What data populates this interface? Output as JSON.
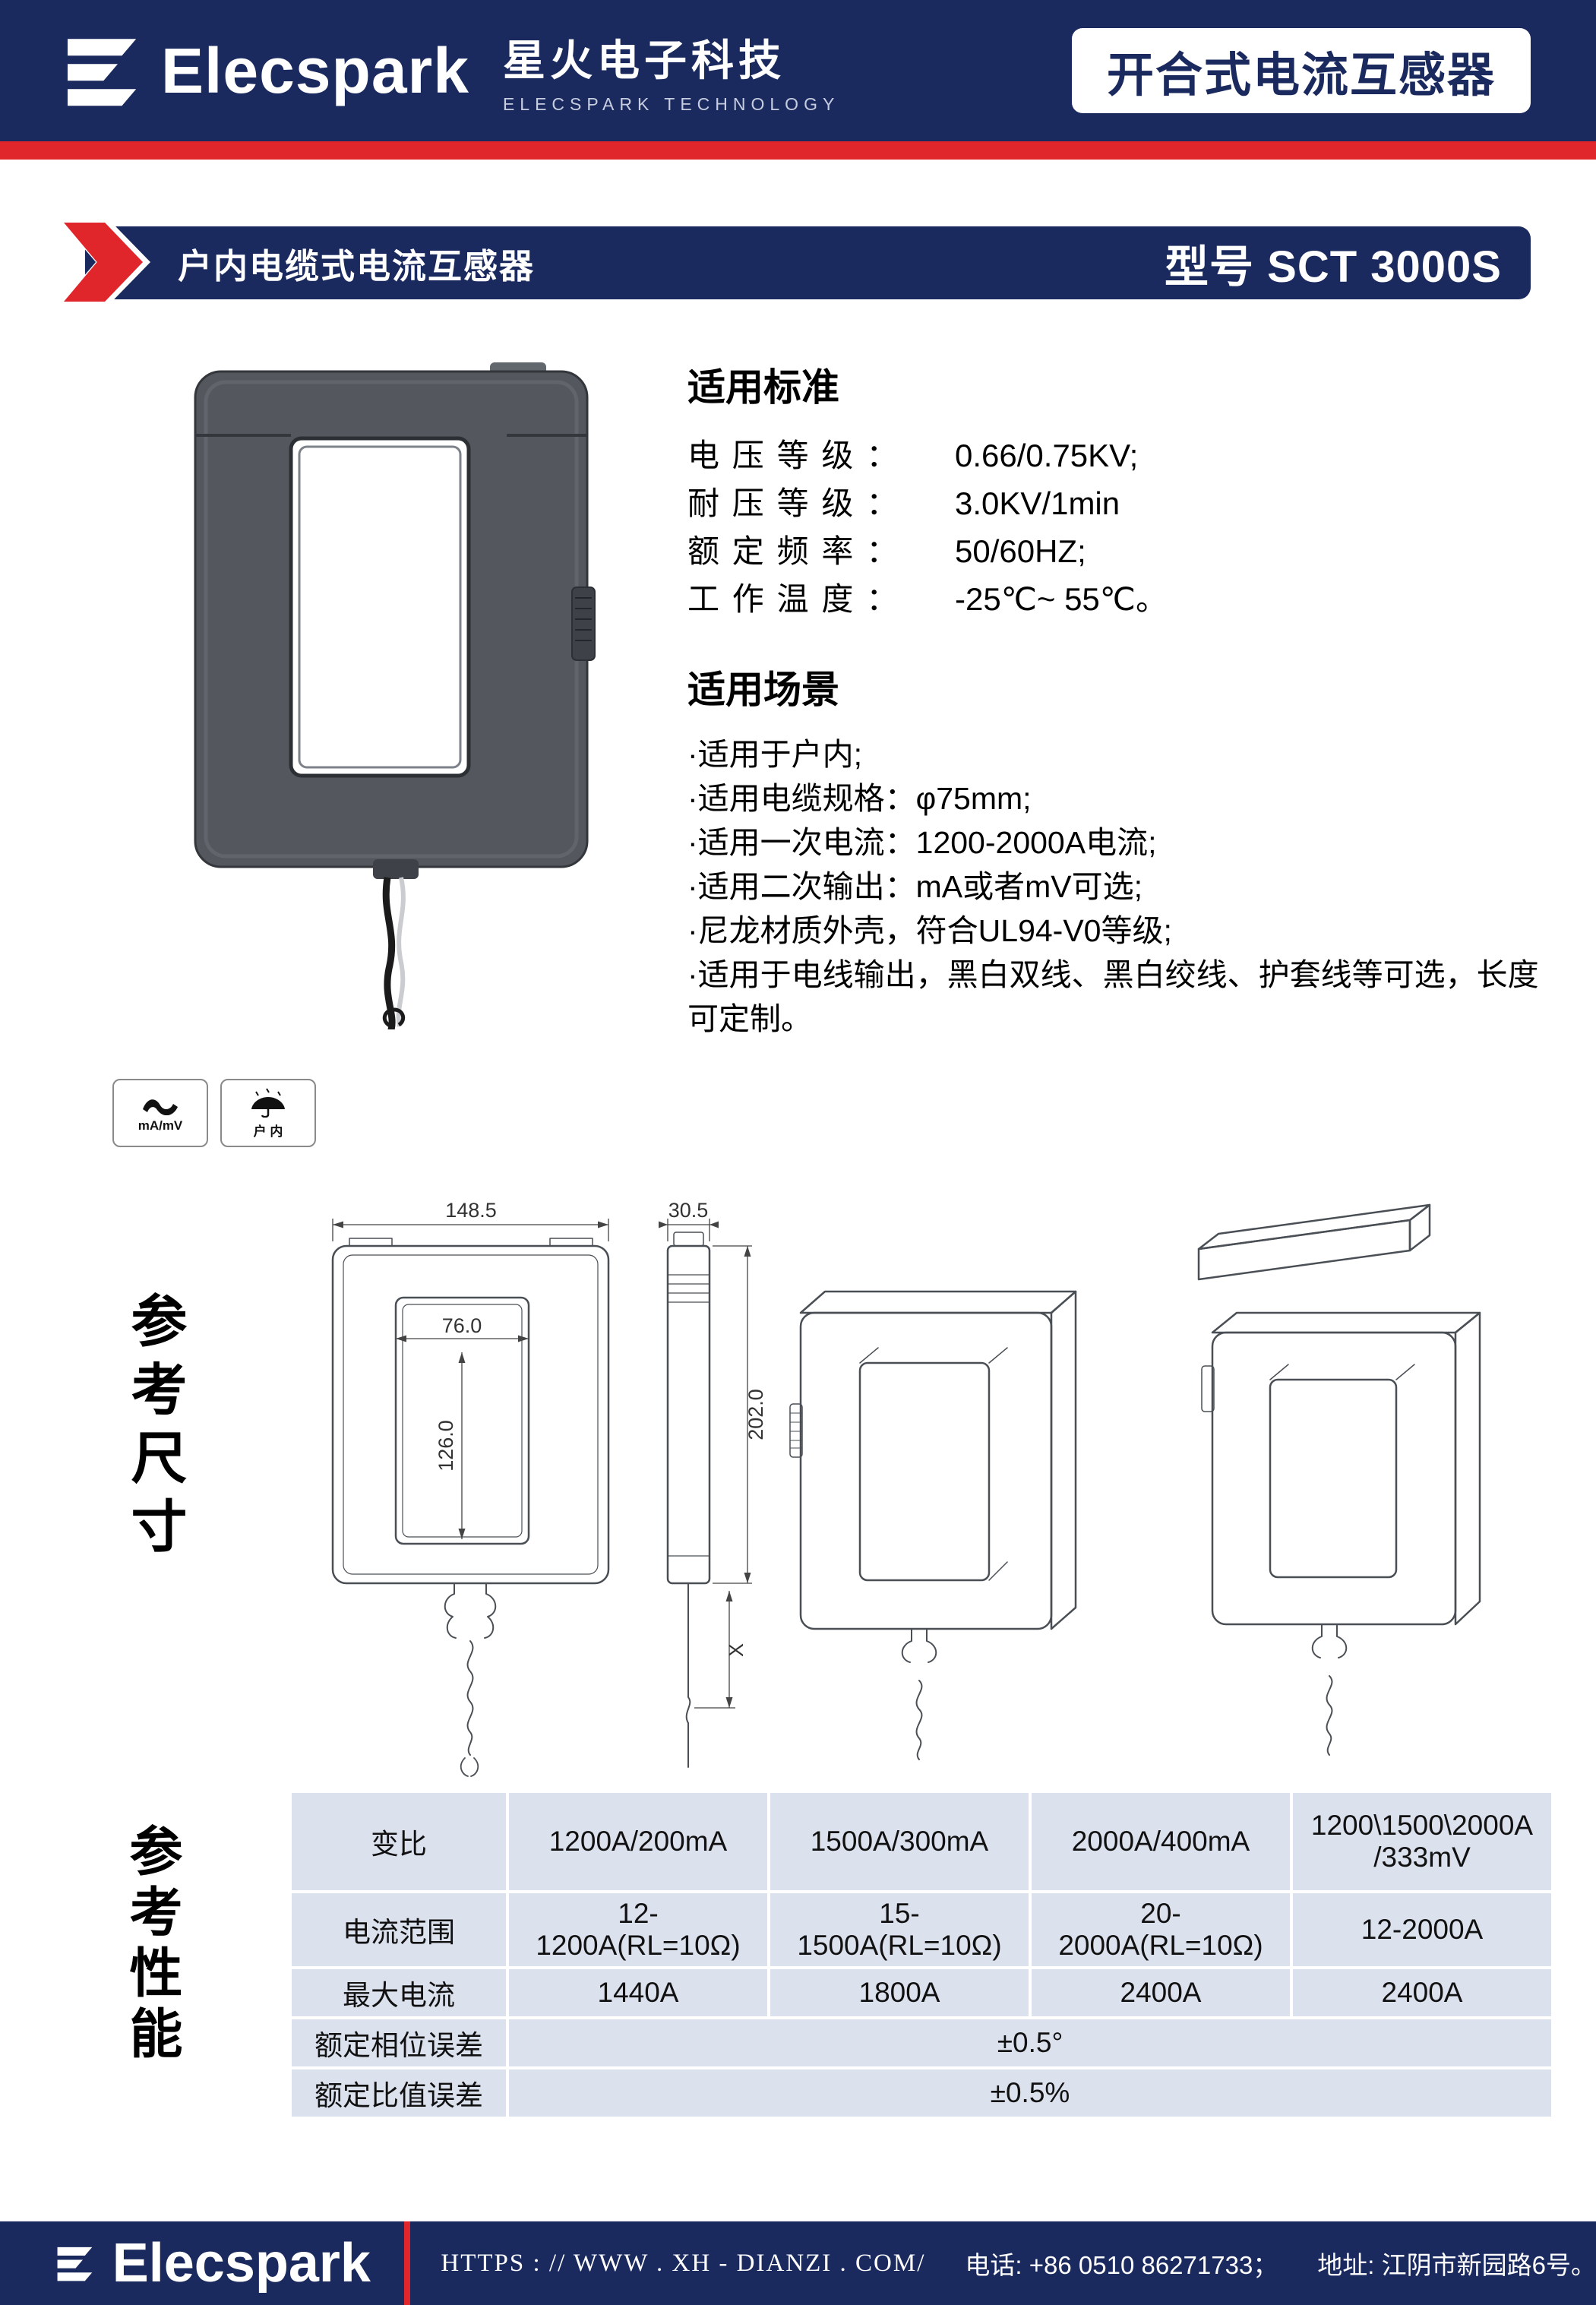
{
  "header": {
    "brand": "Elecspark",
    "brand_cn": "星火电子科技",
    "brand_en": "ELECSPARK TECHNOLOGY",
    "badge": "开合式电流互感器"
  },
  "title_bar": {
    "title": "户内电缆式电流互感器",
    "model": "型号 SCT 3000S"
  },
  "standards": {
    "heading": "适用标准",
    "rows": [
      {
        "label": "电压等级：",
        "value": "0.66/0.75KV;"
      },
      {
        "label": "耐压等级：",
        "value": "3.0KV/1min"
      },
      {
        "label": "额定频率：",
        "value": "50/60HZ;"
      },
      {
        "label": "工作温度：",
        "value": "-25℃~ 55℃。"
      }
    ]
  },
  "scenarios": {
    "heading": "适用场景",
    "items": [
      "·适用于户内;",
      "·适用电缆规格：φ75mm;",
      "·适用一次电流：1200-2000A电流;",
      "·适用二次输出：mA或者mV可选;",
      "·尼龙材质外壳，符合UL94-V0等级;",
      "·适用于电线输出，黑白双线、黑白绞线、护套线等可选，长度可定制。"
    ]
  },
  "feature_badges": {
    "output": "mA/mV",
    "indoor": "户 内"
  },
  "dimensions": {
    "section_title": "参考尺寸",
    "front_width": "148.5",
    "front_inner_width": "76.0",
    "front_inner_height": "126.0",
    "side_width": "30.5",
    "side_height": "202.0",
    "lead_length": "X"
  },
  "performance": {
    "section_title": "参考性能",
    "table": {
      "rows": [
        {
          "label": "变比",
          "cells": [
            "1200A/200mA",
            "1500A/300mA",
            "2000A/400mA",
            "1200\\1500\\2000A\n/333mV"
          ]
        },
        {
          "label": "电流范围",
          "cells": [
            "12-1200A(RL=10Ω)",
            "15-1500A(RL=10Ω)",
            "20-2000A(RL=10Ω)",
            "12-2000A"
          ]
        },
        {
          "label": "最大电流",
          "cells": [
            "1440A",
            "1800A",
            "2400A",
            "2400A"
          ]
        },
        {
          "label": "额定相位误差",
          "value": "±0.5°"
        },
        {
          "label": "额定比值误差",
          "value": "±0.5%"
        }
      ]
    }
  },
  "footer": {
    "brand": "Elecspark",
    "website": "HTTPS : // WWW . XH - DIANZI . COM/",
    "phone": "电话: +86 0510 86271733；",
    "address": "地址: 江阴市新园路6号。"
  }
}
